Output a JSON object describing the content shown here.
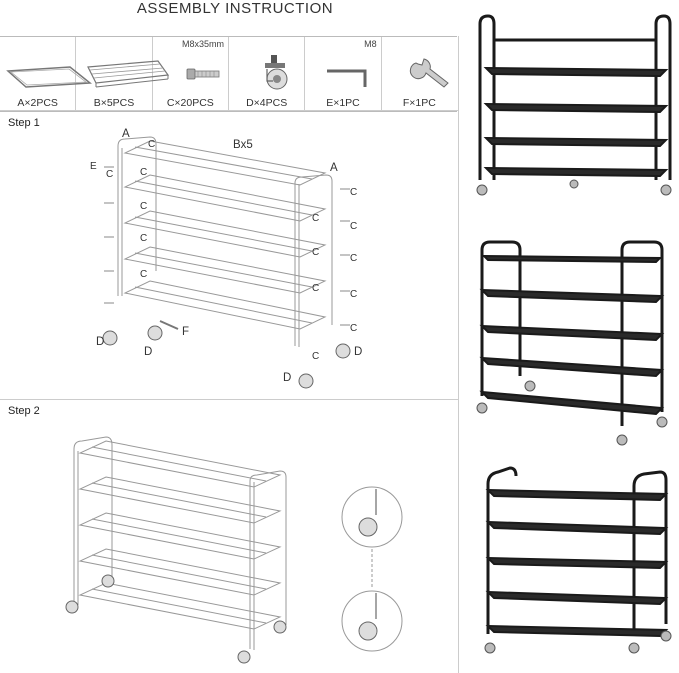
{
  "title": "ASSEMBLY INSTRUCTION",
  "parts": [
    {
      "label": "A×2PCS",
      "spec": "",
      "icon": "frame-icon"
    },
    {
      "label": "B×5PCS",
      "spec": "",
      "icon": "shelf-icon"
    },
    {
      "label": "C×20PCS",
      "spec": "M8x35mm",
      "icon": "screw-icon"
    },
    {
      "label": "D×4PCS",
      "spec": "",
      "icon": "caster-wheel-icon"
    },
    {
      "label": "E×1PC",
      "spec": "M8",
      "icon": "hex-key-icon"
    },
    {
      "label": "F×1PC",
      "spec": "",
      "icon": "wrench-icon"
    }
  ],
  "steps": [
    {
      "label": "Step 1"
    },
    {
      "label": "Step 2"
    }
  ],
  "step1_callouts": {
    "a": "A",
    "b": "Bx5",
    "c": "C",
    "d": "D",
    "e": "E",
    "f": "F"
  },
  "colors": {
    "frame": "#1a1a1a",
    "line": "#999999",
    "text": "#333333"
  }
}
